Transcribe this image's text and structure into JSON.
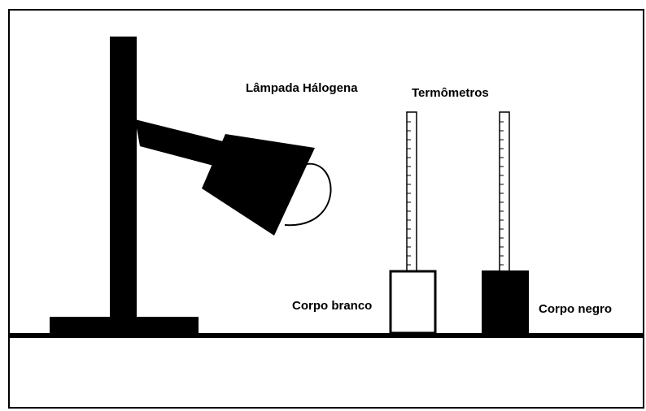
{
  "labels": {
    "lamp": "Lâmpada Hálogena",
    "thermometers": "Termômetros",
    "white_body": "Corpo branco",
    "black_body": "Corpo negro"
  },
  "colors": {
    "ink": "#000000",
    "background": "#ffffff"
  }
}
